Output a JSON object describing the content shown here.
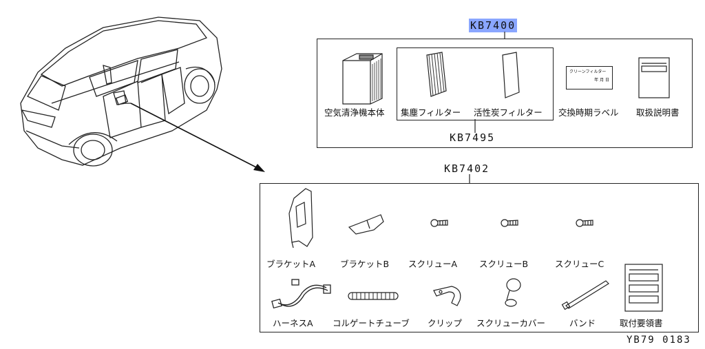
{
  "codes": {
    "main": "KB7400",
    "filters": "KB7495",
    "install_kit": "KB7402",
    "ref": "YB79 0183"
  },
  "kit_top": {
    "unit": "空気清浄機本体",
    "dust_filter": "集塵フィルター",
    "carbon_filter": "活性炭フィルター",
    "label": "交換時期ラベル",
    "manual": "取扱説明書",
    "label_text_1": "クリーンフィルター",
    "label_text_2": "年 月 日"
  },
  "kit_bottom": {
    "bracket_a": "ブラケットA",
    "bracket_b": "ブラケットB",
    "screw_a": "スクリューA",
    "screw_b": "スクリューB",
    "screw_c": "スクリューC",
    "harness_a": "ハーネスA",
    "tube": "コルゲートチューブ",
    "clip": "クリップ",
    "screw_cover": "スクリューカバー",
    "band": "バンド",
    "install_guide": "取付要領書"
  }
}
